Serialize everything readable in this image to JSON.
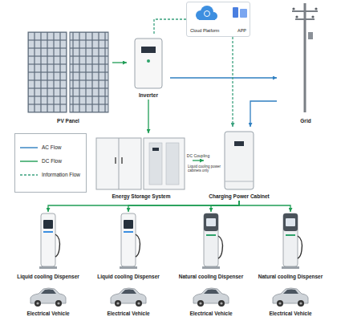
{
  "diagram": {
    "nodes": [
      {
        "text": [
          "Cloud Platform",
          "APP"
        ]
      },
      {
        "text": [
          "PV Panel"
        ]
      },
      {
        "text": [
          "Inverter"
        ]
      },
      {
        "text": [
          "Grid"
        ]
      },
      {
        "text": [
          "Energy Storage System"
        ]
      },
      {
        "text": [
          "Charging Power Cabinet"
        ]
      },
      {
        "text": [
          "Liquid cooling Dispenser"
        ]
      },
      {
        "text": [
          "Liquid cooling Dispenser"
        ]
      },
      {
        "text": [
          "Natural cooling Dispenser"
        ]
      },
      {
        "text": [
          "Natural cooling Dispenser"
        ]
      },
      {
        "text": [
          "Electrical Vehicle"
        ]
      },
      {
        "text": [
          "Electrical Vehicle"
        ]
      },
      {
        "text": [
          "Electrical Vehicle"
        ]
      },
      {
        "text": [
          "Electrical Vehicle"
        ]
      }
    ],
    "edges": [
      {
        "from": 1,
        "to": 2,
        "arrow": "to"
      },
      {
        "from": 2,
        "to": 3,
        "arrow": "to"
      },
      {
        "from": 2,
        "to": 4,
        "arrow": "to"
      },
      {
        "from": 0,
        "to": 2,
        "arrow": "none"
      },
      {
        "from": 0,
        "to": 5,
        "arrow": "to"
      },
      {
        "from": 3,
        "to": 5,
        "arrow": "to"
      },
      {
        "from": 4,
        "to": 5,
        "arrow": "to",
        "label": "DC Coupling"
      },
      {
        "from": 5,
        "to": 6,
        "arrow": "to"
      },
      {
        "from": 5,
        "to": 7,
        "arrow": "to"
      },
      {
        "from": 5,
        "to": 8,
        "arrow": "to"
      },
      {
        "from": 5,
        "to": 9,
        "arrow": "to"
      }
    ],
    "labels": [
      "Liquid cooling power cabinets only"
    ],
    "legend": [
      {
        "text": "AC Flow"
      },
      {
        "text": "DC Flow"
      },
      {
        "text": "Information Flow"
      }
    ]
  }
}
